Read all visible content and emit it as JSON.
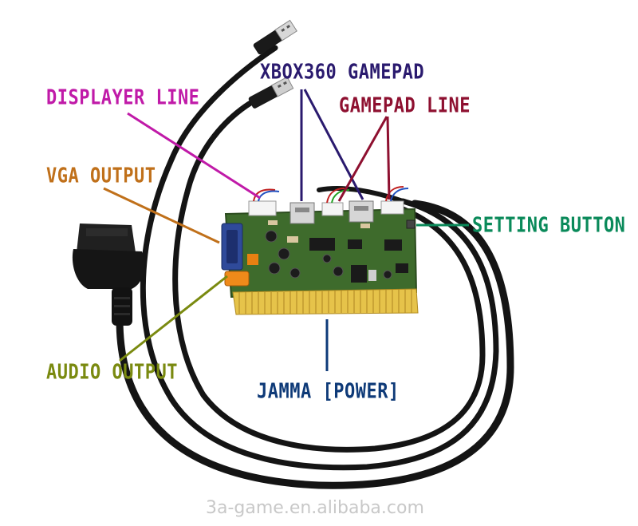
{
  "labels": {
    "xbox360_gamepad": "XBOX360 GAMEPAD",
    "displayer_line": "DISPLAYER LINE",
    "gamepad_line": "GAMEPAD LINE",
    "vga_output": "VGA OUTPUT",
    "setting_button": "SETTING BUTTON",
    "audio_output": "AUDIO OUTPUT",
    "jamma_power": "JAMMA [POWER]"
  },
  "watermark": "3a-game.en.alibaba.com",
  "colors": {
    "xbox360_gamepad": "#2a1a6e",
    "displayer_line": "#c01aa8",
    "gamepad_line": "#8e1030",
    "vga_output": "#c0701a",
    "setting_button": "#0a8a5a",
    "audio_output": "#7a8a10",
    "jamma_power": "#0e3a78",
    "pcb": "#3e6b2c",
    "cable": "#141414",
    "gold": "#e6c34a"
  }
}
